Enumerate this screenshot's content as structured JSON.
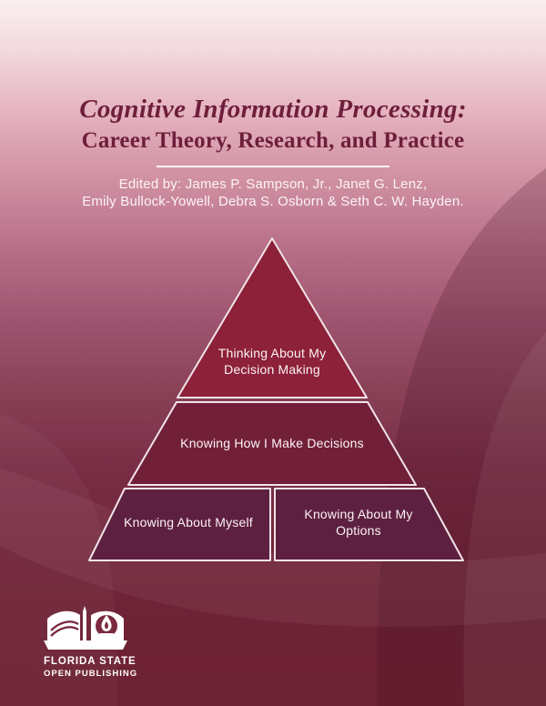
{
  "cover": {
    "title_line1": "Cognitive Information Processing:",
    "title_line2": "Career Theory, Research, and Practice",
    "edited_by_line1": "Edited by: James P. Sampson, Jr., Janet G. Lenz,",
    "edited_by_line2": "Emily Bullock-Yowell, Debra S. Osborn & Seth C. W. Hayden."
  },
  "pyramid": {
    "top": {
      "line1": "Thinking About My",
      "line2": "Decision Making"
    },
    "middle": {
      "label": "Knowing How I Make Decisions"
    },
    "bottom_left": {
      "label": "Knowing About Myself"
    },
    "bottom_right": {
      "line1": "Knowing About My",
      "line2": "Options"
    }
  },
  "publisher": {
    "logo_icon": "open-book-torch-icon",
    "name_line1": "FLORIDA STATE",
    "name_line2": "OPEN PUBLISHING"
  },
  "colors": {
    "title_text": "#6e1f3c",
    "background_top": "#f9eef0",
    "background_bottom": "#6d2233",
    "pyramid_top_fill": "#8d2139",
    "pyramid_middle_fill": "#722039",
    "pyramid_bottom_fill": "#5e2040",
    "pyramid_border": "#f2e4e8",
    "label_text": "#fbf3f5"
  }
}
